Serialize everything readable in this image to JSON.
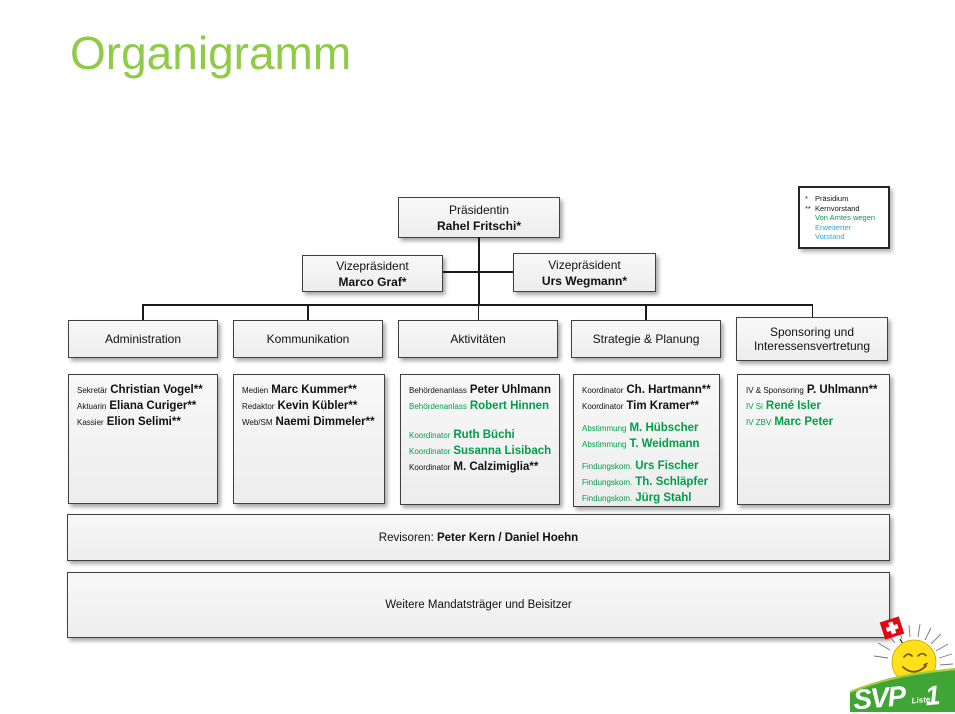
{
  "title": "Organigramm",
  "colors": {
    "title_green": "#8FCB46",
    "member_green": "#009E49",
    "legend_cyan": "#29ABE2",
    "logo_green": "#3FA535",
    "flag_red": "#E30613",
    "sun_yellow": "#FFE01A"
  },
  "legend": {
    "items": [
      {
        "marker": "*",
        "label": "Präsidium",
        "style": "black"
      },
      {
        "marker": "**",
        "label": "Kernvorstand",
        "style": "black"
      },
      {
        "marker": "",
        "label": "Von Amtes wegen",
        "style": "green"
      },
      {
        "marker": "",
        "label": "Erweiterter",
        "style": "cyan"
      },
      {
        "marker": "",
        "label": "Vorstand",
        "style": "cyan"
      }
    ]
  },
  "president": {
    "role": "Präsidentin",
    "name": "Rahel Fritschi*"
  },
  "vice_presidents": [
    {
      "role": "Vizepräsident",
      "name": "Marco Graf*"
    },
    {
      "role": "Vizepräsident",
      "name": "Urs Wegmann*"
    }
  ],
  "departments": [
    {
      "label": "Administration",
      "members": [
        {
          "role": "Sekretär",
          "name": "Christian Vogel**",
          "green": false
        },
        {
          "role": "Aktuarin",
          "name": "Eliana Curiger**",
          "green": false
        },
        {
          "role": "Kassier",
          "name": "Elion Selimi**",
          "green": false
        }
      ]
    },
    {
      "label": "Kommunikation",
      "members": [
        {
          "role": "Medien",
          "name": "Marc Kummer**",
          "green": false
        },
        {
          "role": "Redaktor",
          "name": "Kevin Kübler**",
          "green": false
        },
        {
          "role": "Web/SM",
          "name": "Naemi Dimmeler**",
          "green": false
        }
      ]
    },
    {
      "label": "Aktivitäten",
      "members": [
        {
          "role": "Behördenanlass",
          "name": "Peter Uhlmann",
          "green": false
        },
        {
          "role": "Behördenanlass",
          "name": "Robert Hinnen",
          "green": true
        },
        {
          "spacer": true
        },
        {
          "role": "Koordinator",
          "name": "Ruth Büchi",
          "green": true
        },
        {
          "role": "Koordinator",
          "name": "Susanna Lisibach",
          "green": true
        },
        {
          "role": "Koordinator",
          "name": "M. Calzimiglia**",
          "green": false
        }
      ]
    },
    {
      "label": "Strategie & Planung",
      "members": [
        {
          "role": "Koordinator",
          "name": "Ch. Hartmann**",
          "green": false
        },
        {
          "role": "Koordinator",
          "name": "Tim Kramer**",
          "green": false
        },
        {
          "spacer": true
        },
        {
          "role": "Abstimmung",
          "name": "M. Hübscher",
          "green": true
        },
        {
          "role": "Abstimmung",
          "name": "T. Weidmann",
          "green": true
        },
        {
          "spacer": true
        },
        {
          "role": "Findungskom.",
          "name": "Urs Fischer",
          "green": true
        },
        {
          "role": "Findungskom.",
          "name": "Th. Schläpfer",
          "green": true
        },
        {
          "role": "Findungskom.",
          "name": "Jürg Stahl",
          "green": true
        }
      ]
    },
    {
      "label": "Sponsoring und Interessensvertretung",
      "members": [
        {
          "role": "IV & Sponsoring",
          "name": "P. Uhlmann**",
          "green": false
        },
        {
          "role": "IV Si",
          "name": "René Isler",
          "green": true
        },
        {
          "role": "IV ZBV",
          "name": "Marc Peter",
          "green": true
        }
      ]
    }
  ],
  "revisoren": {
    "prefix": "Revisoren: ",
    "names": "Peter Kern / Daniel Hoehn"
  },
  "weitere": {
    "label": "Weitere Mandatsträger und Beisitzer"
  },
  "logo": {
    "org": "SVP",
    "liste": "Liste",
    "number": "1"
  }
}
